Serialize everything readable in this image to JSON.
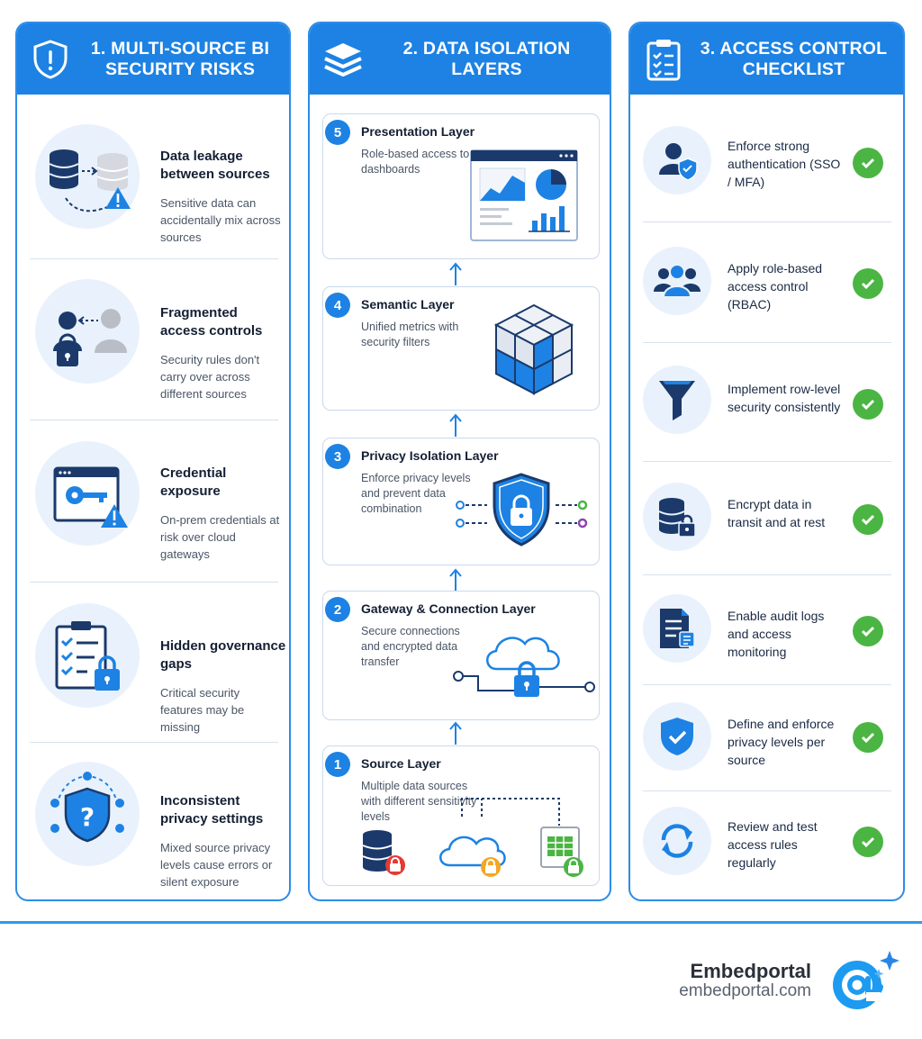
{
  "columns": [
    {
      "title": "1. MULTI-SOURCE BI SECURITY RISKS",
      "icon": "shield-exclamation-icon"
    },
    {
      "title": "2. DATA ISOLATION LAYERS",
      "icon": "layers-stack-icon"
    },
    {
      "title": "3. ACCESS CONTROL CHECKLIST",
      "icon": "clipboard-checklist-icon"
    }
  ],
  "risks": [
    {
      "title": "Data leakage between sources",
      "desc": "Sensitive data can accidentally mix across sources",
      "icon": "database-leak-icon"
    },
    {
      "title": "Fragmented access controls",
      "desc": "Security rules don't carry over across different sources",
      "icon": "users-lock-icon"
    },
    {
      "title": "Credential exposure",
      "desc": "On-prem credentials at risk over cloud gateways",
      "icon": "browser-key-icon"
    },
    {
      "title": "Hidden governance gaps",
      "desc": "Critical security features may be missing",
      "icon": "clipboard-lock-icon"
    },
    {
      "title": "Inconsistent privacy settings",
      "desc": "Mixed source privacy levels cause errors or silent exposure",
      "icon": "shield-question-icon"
    }
  ],
  "layers": [
    {
      "num": "5",
      "title": "Presentation Layer",
      "desc": "Role-based access to dashboards",
      "icon": "dashboard-icon"
    },
    {
      "num": "4",
      "title": "Semantic Layer",
      "desc": "Unified metrics with security filters",
      "icon": "cube-icon"
    },
    {
      "num": "3",
      "title": "Privacy Isolation Layer",
      "desc": "Enforce privacy levels and prevent data combination",
      "icon": "shield-lock-icon"
    },
    {
      "num": "2",
      "title": "Gateway & Connection Layer",
      "desc": "Secure connections and encrypted data transfer",
      "icon": "cloud-lock-icon"
    },
    {
      "num": "1",
      "title": "Source Layer",
      "desc": "Multiple data sources with different sensitivity levels",
      "icon": "data-sources-icon"
    }
  ],
  "checklist": [
    {
      "text": "Enforce strong authentication (SSO / MFA)",
      "icon": "user-shield-icon"
    },
    {
      "text": "Apply role-based access control (RBAC)",
      "icon": "users-group-icon"
    },
    {
      "text": "Implement row-level security consistently",
      "icon": "funnel-icon"
    },
    {
      "text": "Encrypt data in transit and at rest",
      "icon": "database-lock-icon"
    },
    {
      "text": "Enable audit logs and access monitoring",
      "icon": "audit-log-icon"
    },
    {
      "text": "Define and enforce privacy levels per source",
      "icon": "shield-check-icon"
    },
    {
      "text": "Review and test access rules regularly",
      "icon": "refresh-icon"
    }
  ],
  "brand": {
    "name": "Embedportal",
    "url": "embedportal.com",
    "logo": "at-sign-logo-icon"
  },
  "colors": {
    "primary": "#1d82e3",
    "dark": "#1b3a6b",
    "success": "#4bb543",
    "danger": "#e53935",
    "warning": "#f5a623",
    "light": "#e9f2fc"
  }
}
